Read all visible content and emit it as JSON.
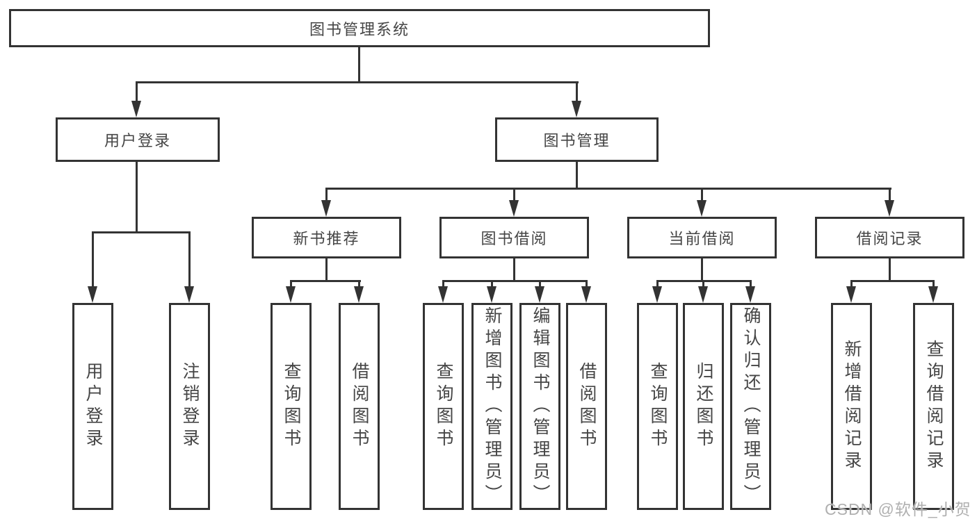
{
  "colors": {
    "line": "#333333",
    "text": "#454545",
    "bg": "#ffffff",
    "box-bg": "#ffffff",
    "watermark": "#b0b0b0"
  },
  "nodes": {
    "root": "图书管理系统",
    "level2": [
      "用户登录",
      "图书管理"
    ],
    "level3": [
      "新书推荐",
      "图书借阅",
      "当前借阅",
      "借阅记录"
    ],
    "leafGroups": [
      [
        "用户登录",
        "注销登录"
      ],
      [
        "查询图书",
        "借阅图书"
      ],
      [
        "查询图书",
        "新增图书（管理员）",
        "编辑图书（管理员）",
        "借阅图书"
      ],
      [
        "查询图书",
        "归还图书",
        "确认归还（管理员）"
      ],
      [
        "新增借阅记录",
        "查询借阅记录"
      ]
    ]
  },
  "watermark": "CSDN @软件_小贺同学"
}
